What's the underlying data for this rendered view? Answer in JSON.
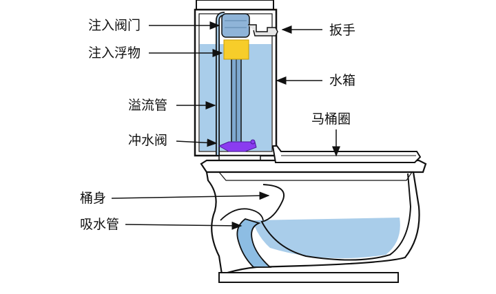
{
  "labels": {
    "fill_valve": "注入阀门",
    "fill_float": "注入浮物",
    "overflow_tube": "溢流管",
    "flush_valve": "冲水阀",
    "handle": "扳手",
    "tank": "水箱",
    "seat_ring": "马桶圈",
    "bowl_body": "桶身",
    "siphon_tube": "吸水管"
  },
  "colors": {
    "water": "#a9cdea",
    "water_deep": "#8dbde3",
    "float": "#f7cd2a",
    "valve": "#8fb4d8",
    "flapper": "#8a3cf0",
    "outline": "#111111"
  }
}
